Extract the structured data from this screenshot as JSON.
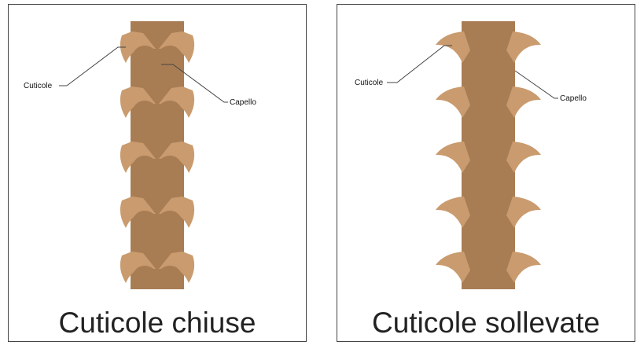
{
  "left": {
    "title": "Cuticole chiuse",
    "label_cuticle": "Cuticole",
    "label_hair": "Capello"
  },
  "right": {
    "title": "Cuticole sollevate",
    "label_cuticle": "Cuticole",
    "label_hair": "Capello"
  },
  "colors": {
    "hair": "#a97d54",
    "cuticle": "#c99b6e",
    "border": "#444444",
    "leader": "#444444"
  }
}
